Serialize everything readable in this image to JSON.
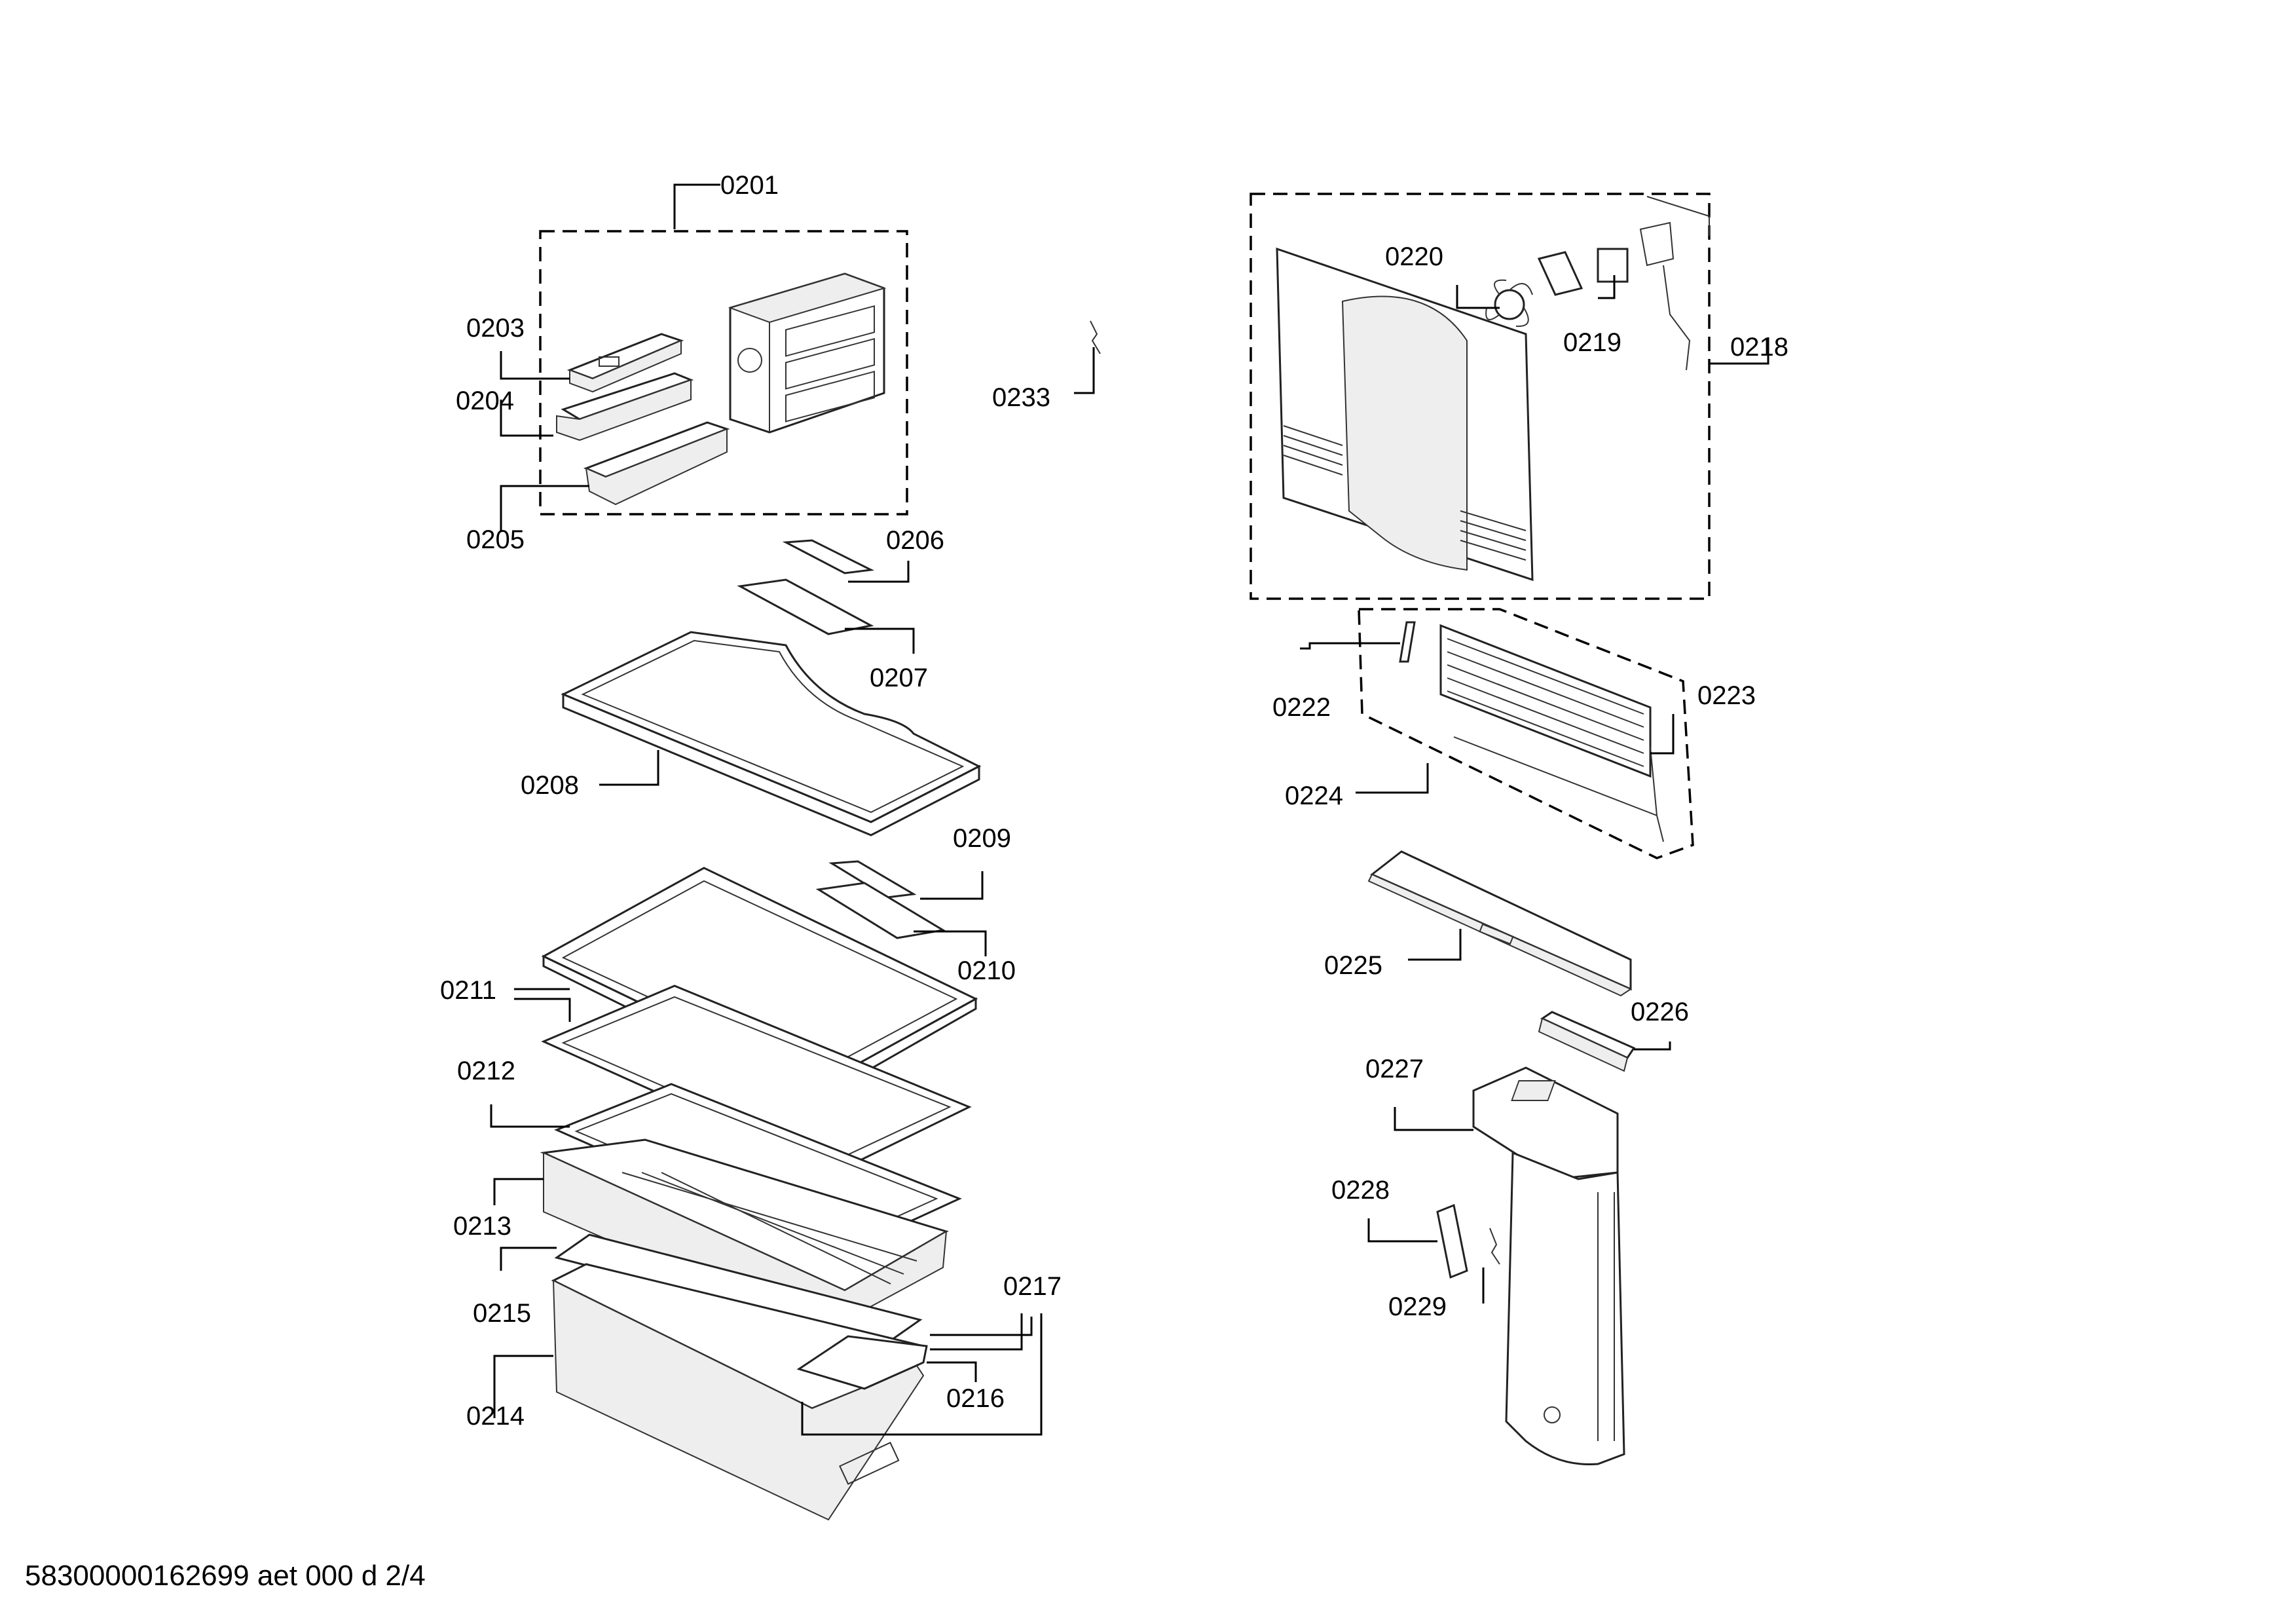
{
  "footer": "58300000162699 aet 000 d 2/4",
  "labels": {
    "p0201": "0201",
    "p0203": "0203",
    "p0204": "0204",
    "p0205": "0205",
    "p0206": "0206",
    "p0207": "0207",
    "p0208": "0208",
    "p0209": "0209",
    "p0210": "0210",
    "p0211": "0211",
    "p0212": "0212",
    "p0213": "0213",
    "p0214": "0214",
    "p0215": "0215",
    "p0216": "0216",
    "p0217": "0217",
    "p0218": "0218",
    "p0219": "0219",
    "p0220": "0220",
    "p0222": "0222",
    "p0223": "0223",
    "p0224": "0224",
    "p0225": "0225",
    "p0226": "0226",
    "p0227": "0227",
    "p0228": "0228",
    "p0229": "0229",
    "p0233": "0233"
  }
}
